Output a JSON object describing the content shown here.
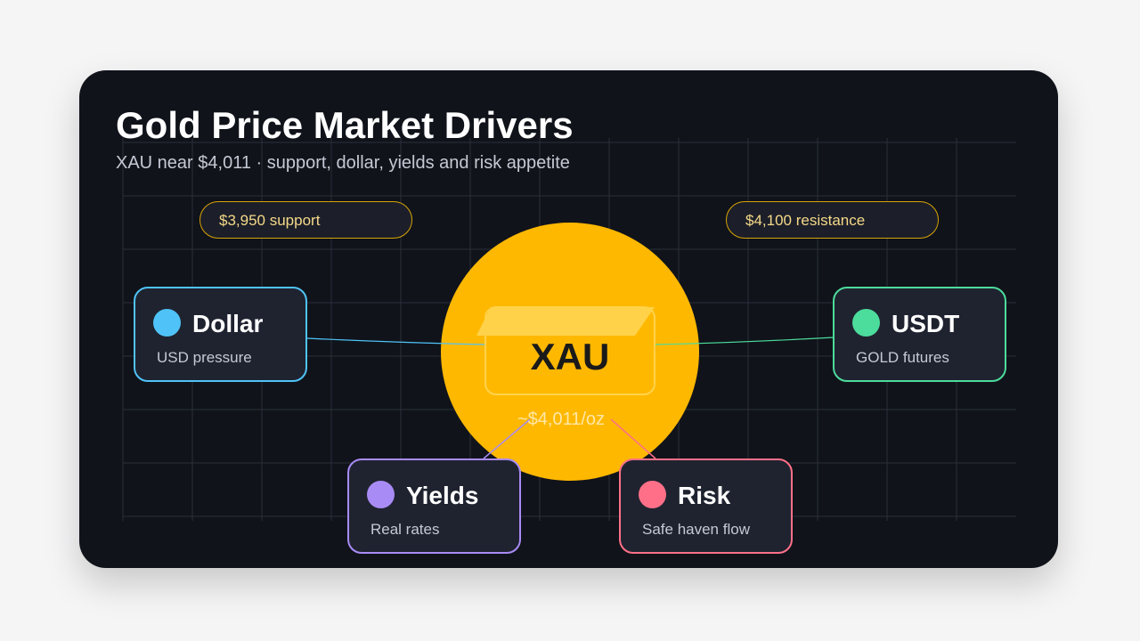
{
  "header": {
    "title": "Gold Price Market Drivers",
    "subtitle": "XAU near $4,011 · support, dollar, yields and risk appetite"
  },
  "levels": {
    "support": "$3,950 support",
    "resistance": "$4,100 resistance"
  },
  "center": {
    "label": "XAU",
    "price": "~$4,011/oz",
    "color": "#ffb800"
  },
  "nodes": {
    "dollar": {
      "label": "Dollar",
      "desc": "USD pressure",
      "color": "#4fc3f7"
    },
    "usdt": {
      "label": "USDT",
      "desc": "GOLD futures",
      "color": "#4cdc9c"
    },
    "yields": {
      "label": "Yields",
      "desc": "Real rates",
      "color": "#a98bf5"
    },
    "risk": {
      "label": "Risk",
      "desc": "Safe haven flow",
      "color": "#ff7088"
    }
  }
}
